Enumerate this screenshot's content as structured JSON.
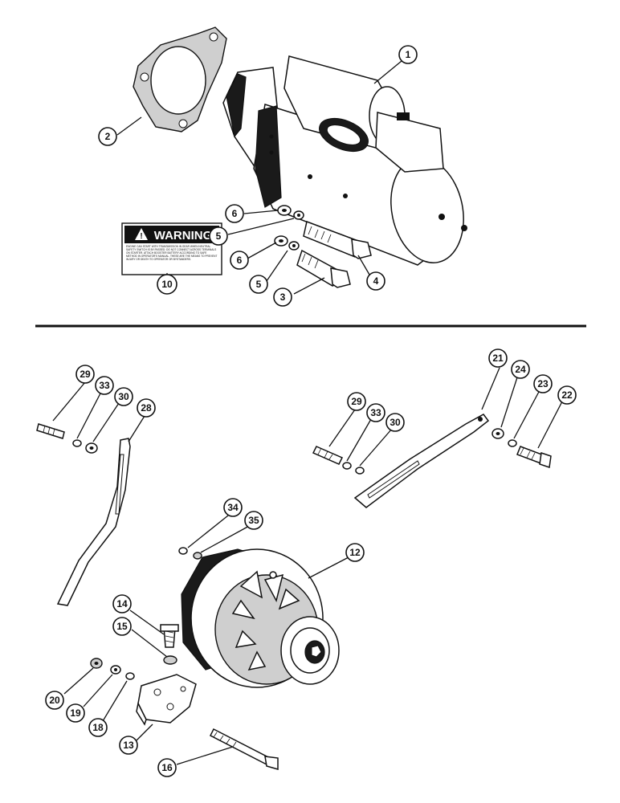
{
  "warning_label": {
    "title": "WARNING",
    "body": "ENGINE CAN START WITH TRANSMISSION IN GEAR WHEN NEUTRAL SAFETY SWITCH IS BY-PASSED. DO NOT CONNECT ACROSS TERMINALS ON STARTER. ATTACH BOOSTER BATTERY ACCORDING TO SAFE METHOD IN OPERATOR'S MANUAL. THESE ARE THE MEANS TO PREVENT INJURY OR DEATH TO OPERATOR OR BYSTANDERS."
  },
  "callouts": {
    "c1": "1",
    "c2": "2",
    "c3": "3",
    "c4": "4",
    "c5a": "5",
    "c5b": "5",
    "c6a": "6",
    "c6b": "6",
    "c10": "10",
    "c29a": "29",
    "c33a": "33",
    "c30a": "30",
    "c28": "28",
    "c21": "21",
    "c24": "24",
    "c23": "23",
    "c22": "22",
    "c29b": "29",
    "c33b": "33",
    "c30b": "30",
    "c34": "34",
    "c35": "35",
    "c12": "12",
    "c14": "14",
    "c15": "15",
    "c20": "20",
    "c19": "19",
    "c18": "18",
    "c13": "13",
    "c16": "16"
  }
}
